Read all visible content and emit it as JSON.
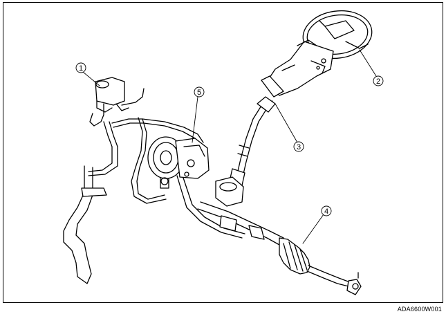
{
  "figure": {
    "code": "ADA6600W001"
  },
  "callouts": [
    {
      "label": "1",
      "part": "reservoir"
    },
    {
      "label": "2",
      "part": "steering-wheel"
    },
    {
      "label": "3",
      "part": "steering-shaft"
    },
    {
      "label": "4",
      "part": "steering-gear-and-linkage"
    },
    {
      "label": "5",
      "part": "power-steering-pump"
    }
  ],
  "colors": {
    "line": "#000000",
    "background": "#ffffff"
  }
}
